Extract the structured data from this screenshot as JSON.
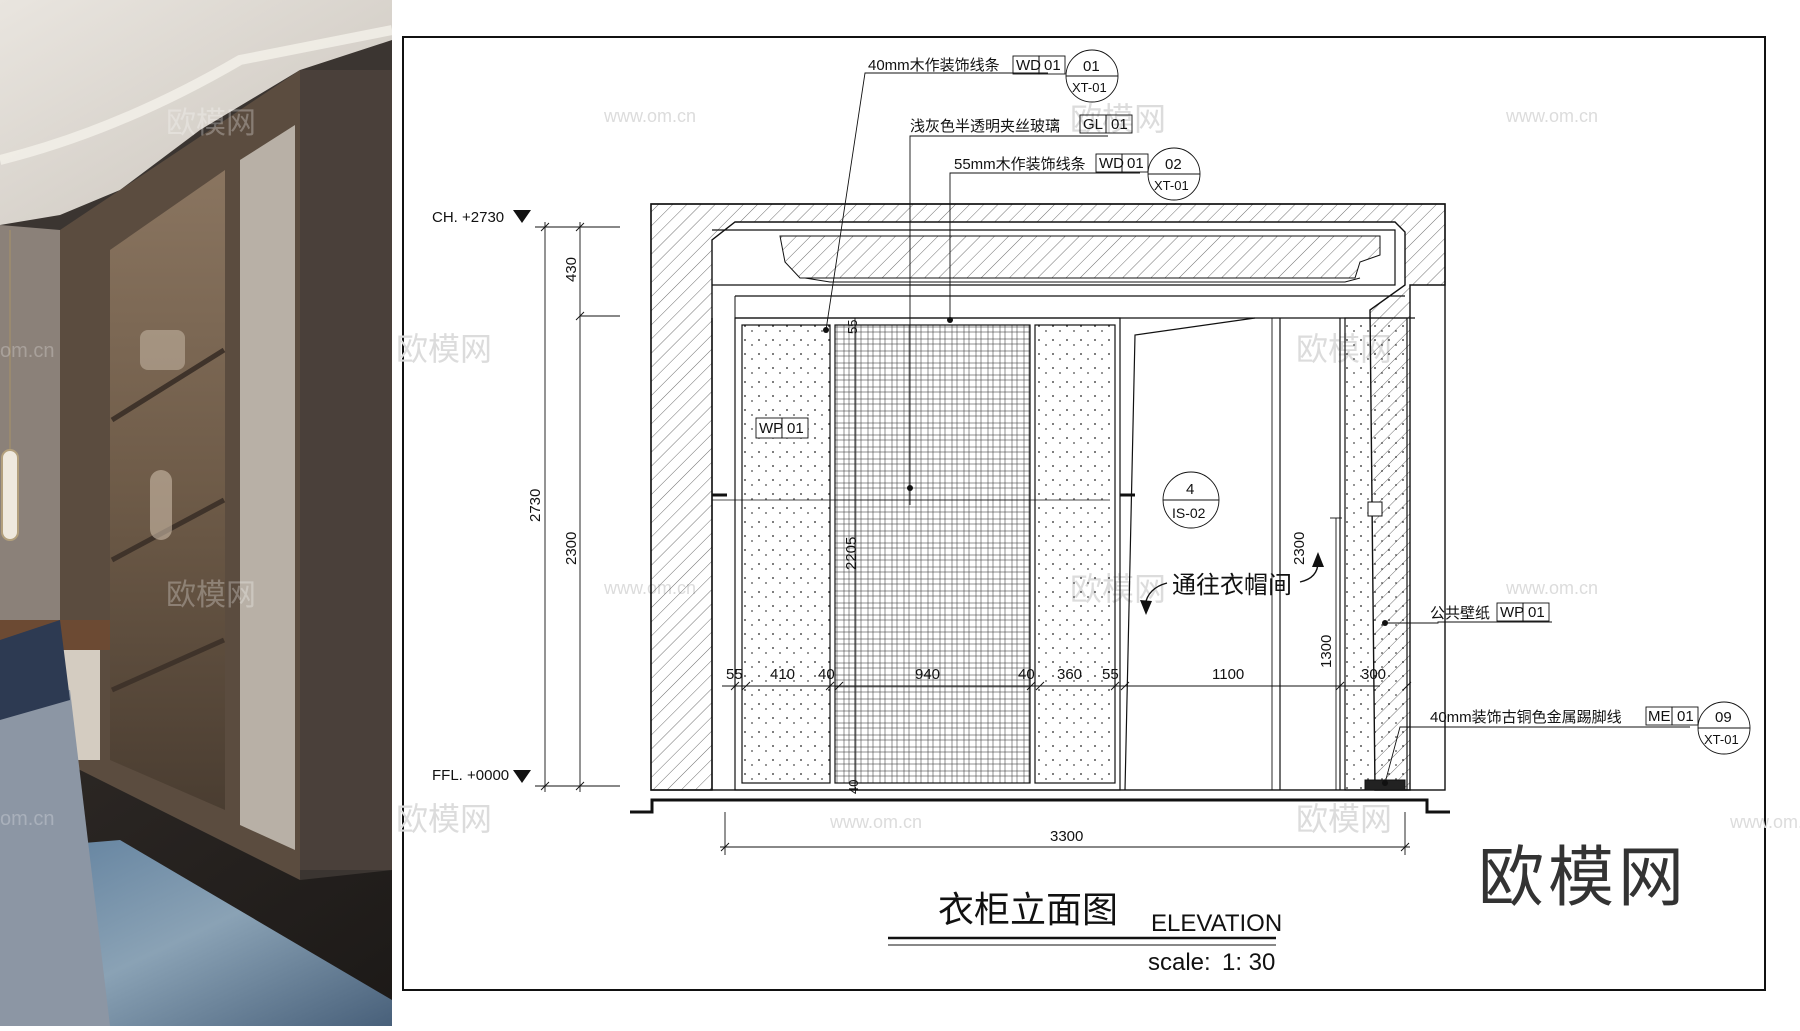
{
  "photo": {
    "watermarks": [
      "欧模网",
      "om.cn",
      "欧模网",
      "om.cn"
    ]
  },
  "drawing": {
    "levels": {
      "ceiling": "CH. +2730",
      "floor": "FFL. +0000"
    },
    "vertical_dims": {
      "top": "430",
      "total": "2730",
      "main": "2300",
      "door": "2205",
      "opening": "2300",
      "panel": "1300"
    },
    "small_dims": {
      "top_55": "55",
      "bottom_40": "40"
    },
    "horizontal_dims": [
      "55",
      "410",
      "40",
      "940",
      "40",
      "360",
      "55",
      "1100",
      "300"
    ],
    "overall_width": "3300",
    "callouts": {
      "trim40": {
        "text": "40mm木作装饰线条",
        "code": "WD",
        "num": "01",
        "detail": "01",
        "sheet": "XT-01"
      },
      "glass": {
        "text": "浅灰色半透明夹丝玻璃",
        "code": "GL",
        "num": "01"
      },
      "trim55": {
        "text": "55mm木作装饰线条",
        "code": "WD",
        "num": "01",
        "detail": "02",
        "sheet": "XT-01"
      },
      "wallpaper": {
        "text": "公共壁纸",
        "code": "WP",
        "num": "01"
      },
      "skirting": {
        "text": "40mm装饰古铜色金属踢脚线",
        "code": "ME",
        "num": "01",
        "detail": "09",
        "sheet": "XT-01"
      }
    },
    "panel_tag": {
      "code": "WP",
      "num": "01"
    },
    "section_marker": {
      "num": "4",
      "sheet": "IS-02"
    },
    "passage_note": "通往衣帽间",
    "title": "衣柜立面图",
    "title_en": "ELEVATION",
    "scale_label": "scale:",
    "scale_value": "1: 30",
    "watermark_text": "www.om.cn",
    "watermark_logo": "欧模网",
    "brand": "欧模网"
  },
  "colors": {
    "line": "#111111",
    "watermark": "#d9d9d9"
  }
}
